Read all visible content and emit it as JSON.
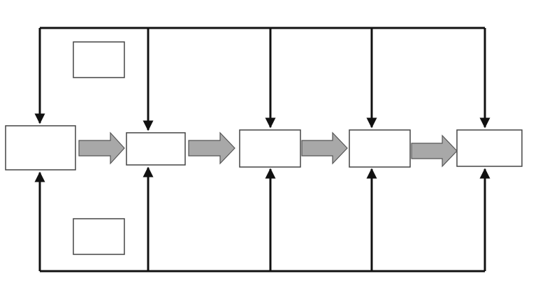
{
  "diagram": {
    "stages": [
      {
        "id": "stage-1",
        "label": ""
      },
      {
        "id": "stage-2",
        "label": ""
      },
      {
        "id": "stage-3",
        "label": ""
      },
      {
        "id": "stage-4",
        "label": ""
      },
      {
        "id": "stage-5",
        "label": ""
      }
    ],
    "side_boxes": [
      {
        "id": "top-box",
        "label": ""
      },
      {
        "id": "bottom-box",
        "label": ""
      }
    ],
    "colors": {
      "line": "#111111",
      "box_border": "#444444",
      "box_fill": "#ffffff",
      "arrow_fill": "#a8a8a8",
      "arrow_border": "#555555"
    }
  }
}
